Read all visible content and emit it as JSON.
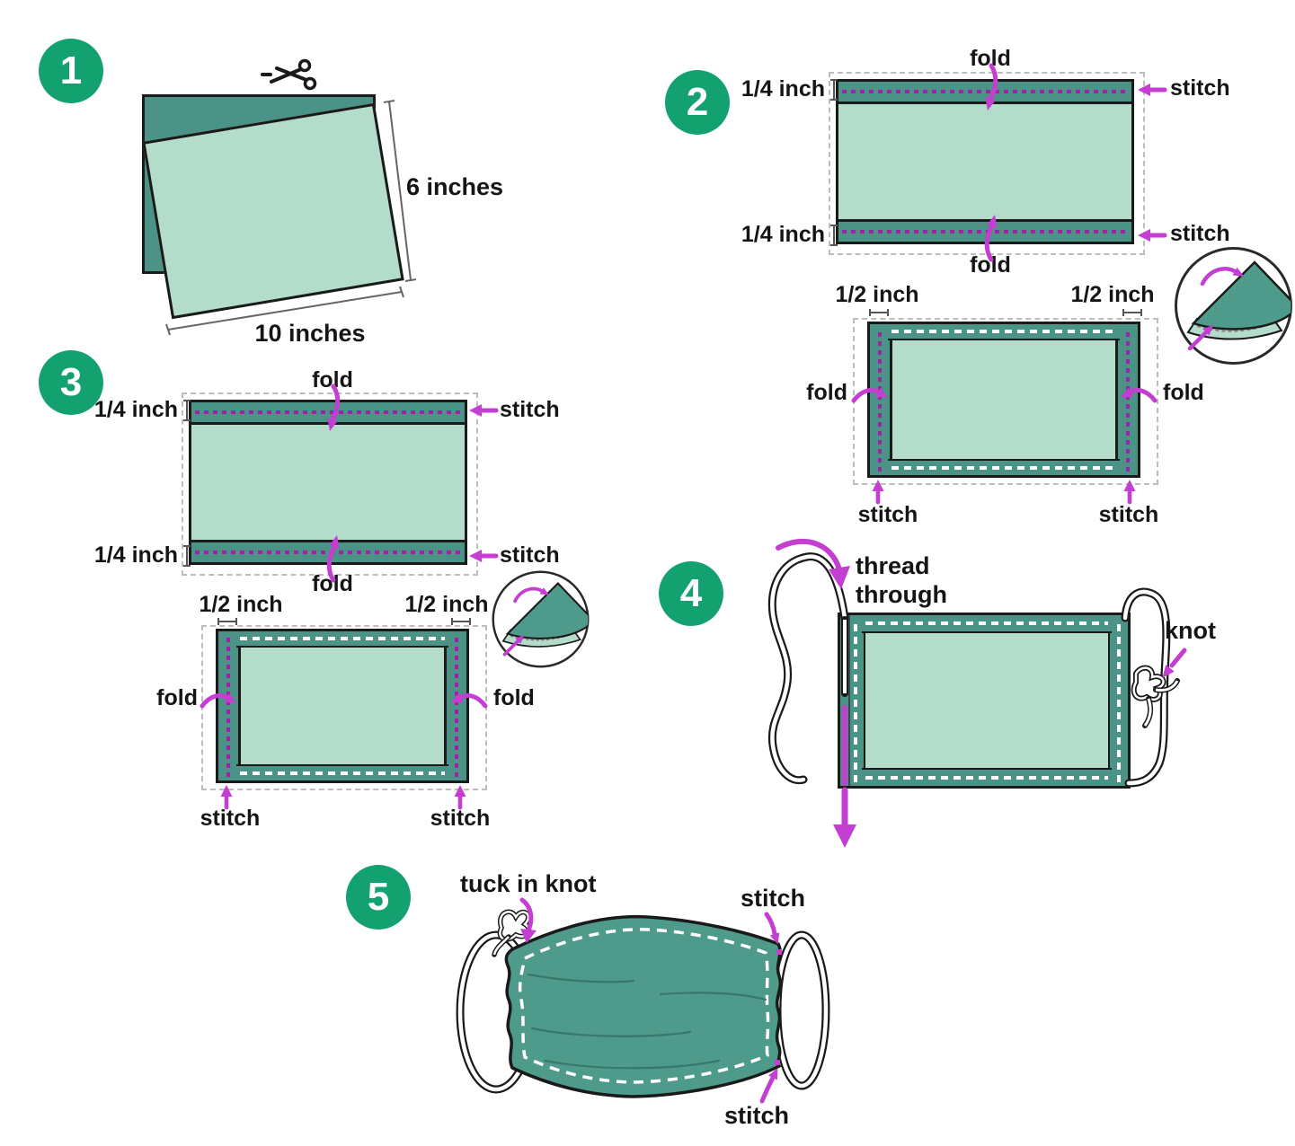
{
  "colors": {
    "step_badge_green": "#14a170",
    "fabric_teal": "#4a9386",
    "fabric_mask_teal": "#4f9b8b",
    "fabric_mint": "#b3dcca",
    "arrow_magenta": "#c43ed1",
    "stitch_dot_magenta": "#a21fa8",
    "outline_ink": "#1a1a1a"
  },
  "step1": {
    "number": "1",
    "height_label": "6 inches",
    "width_label": "10 inches"
  },
  "step2": {
    "number": "2",
    "rect_a": {
      "fold_top": "fold",
      "margin_top": "1/4 inch",
      "stitch_top": "stitch",
      "margin_bottom": "1/4 inch",
      "stitch_bottom": "stitch",
      "fold_bottom": "fold"
    },
    "rect_b": {
      "margin_left": "1/2 inch",
      "margin_right": "1/2 inch",
      "fold_left": "fold",
      "fold_right": "fold",
      "stitch_left": "stitch",
      "stitch_right": "stitch"
    }
  },
  "step3": {
    "number": "3",
    "rect_a": {
      "fold_top": "fold",
      "margin_top": "1/4 inch",
      "stitch_top": "stitch",
      "margin_bottom": "1/4 inch",
      "stitch_bottom": "stitch",
      "fold_bottom": "fold"
    },
    "rect_b": {
      "margin_left": "1/2 inch",
      "margin_right": "1/2 inch",
      "fold_left": "fold",
      "fold_right": "fold",
      "stitch_left": "stitch",
      "stitch_right": "stitch"
    }
  },
  "step4": {
    "number": "4",
    "thread_line1": "thread",
    "thread_line2": "through",
    "knot_label": "knot"
  },
  "step5": {
    "number": "5",
    "tuck_label": "tuck in knot",
    "stitch_top_label": "stitch",
    "stitch_bottom_label": "stitch"
  }
}
